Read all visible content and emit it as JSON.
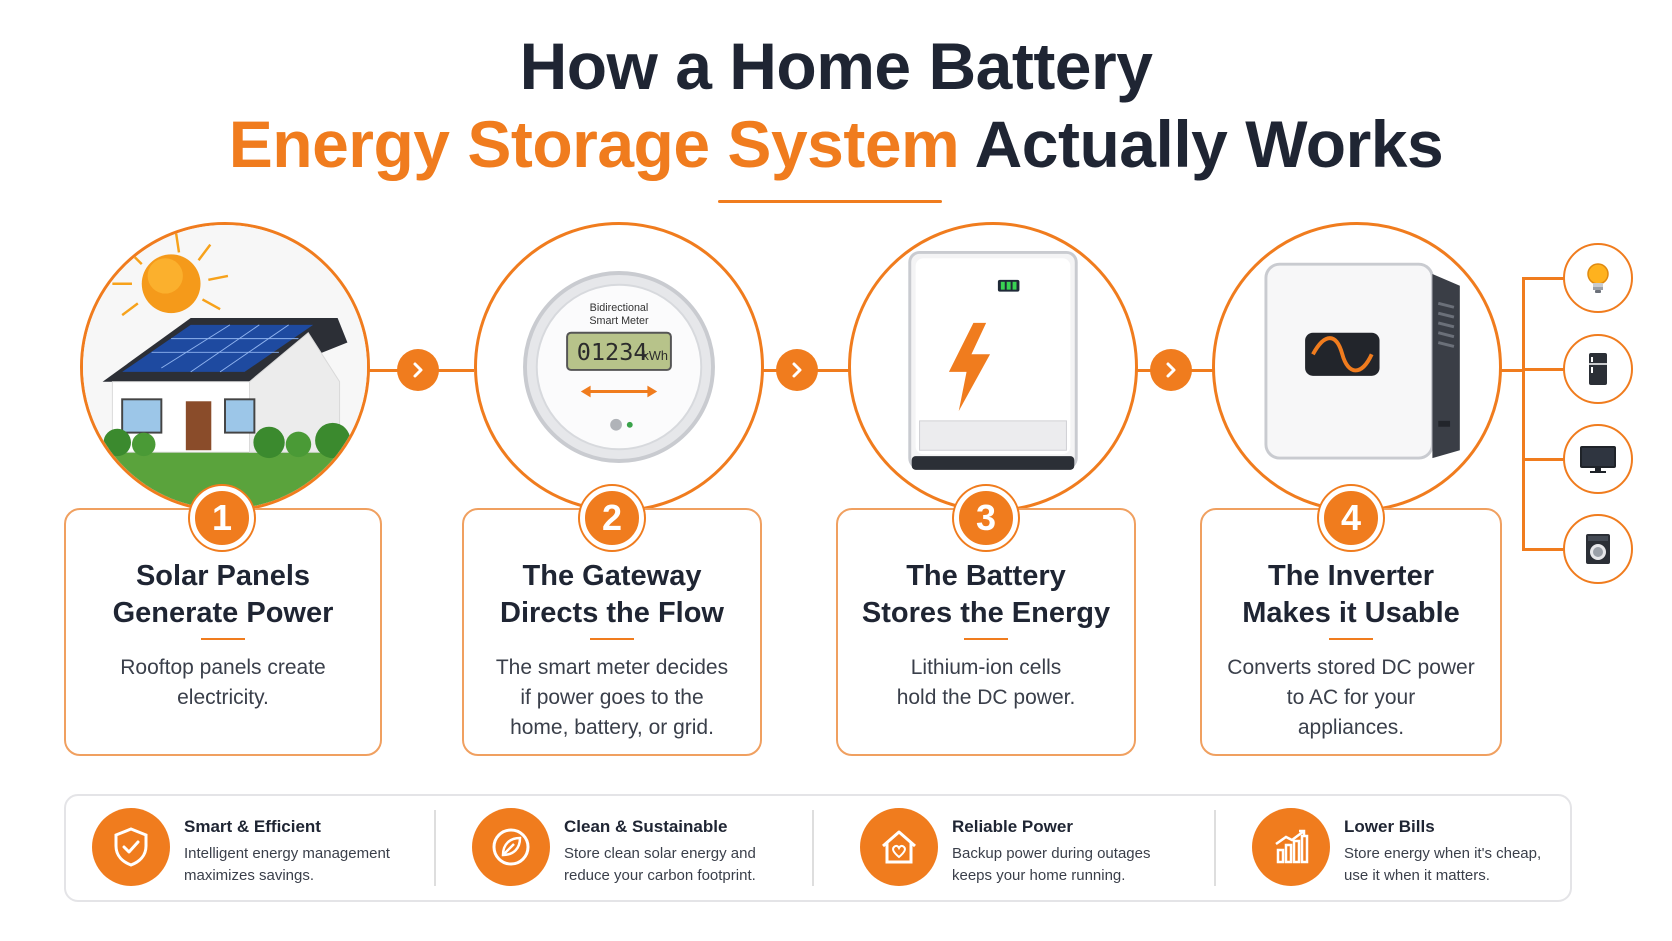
{
  "header": {
    "title_line1": "How a Home Battery",
    "title_line2_accent": "Energy Storage System",
    "title_line2_rest": "Actually Works"
  },
  "colors": {
    "accent": "#f07c1e",
    "text_dark": "#1f2533"
  },
  "steps": [
    {
      "number": "1",
      "title_line1": "Solar Panels",
      "title_line2": "Generate Power",
      "desc_line1": "Rooftop panels create",
      "desc_line2": "electricity.",
      "desc_line3": "",
      "icon": "solar-house-icon"
    },
    {
      "number": "2",
      "title_line1": "The Gateway",
      "title_line2": "Directs the Flow",
      "desc_line1": "The smart meter decides",
      "desc_line2": "if power goes to the",
      "desc_line3": "home, battery, or grid.",
      "icon": "smart-meter-icon",
      "meter_label_line1": "Bidirectional",
      "meter_label_line2": "Smart Meter",
      "meter_reading": "01234",
      "meter_unit": "kWh"
    },
    {
      "number": "3",
      "title_line1": "The Battery",
      "title_line2": "Stores the Energy",
      "desc_line1": "Lithium-ion cells",
      "desc_line2": "hold the DC power.",
      "desc_line3": "",
      "icon": "battery-unit-icon"
    },
    {
      "number": "4",
      "title_line1": "The Inverter",
      "title_line2": "Makes it Usable",
      "desc_line1": "Converts stored DC power",
      "desc_line2": "to AC for your",
      "desc_line3": "appliances.",
      "icon": "inverter-icon"
    }
  ],
  "appliances": [
    "lightbulb-icon",
    "fridge-icon",
    "tv-icon",
    "washer-icon"
  ],
  "benefits": [
    {
      "title": "Smart & Efficient",
      "desc_line1": "Intelligent energy management",
      "desc_line2": "maximizes savings.",
      "icon": "shield-check-icon"
    },
    {
      "title": "Clean & Sustainable",
      "desc_line1": "Store clean solar energy and",
      "desc_line2": "reduce your carbon footprint.",
      "icon": "leaf-icon"
    },
    {
      "title": "Reliable Power",
      "desc_line1": "Backup power during outages",
      "desc_line2": "keeps your home running.",
      "icon": "home-heart-icon"
    },
    {
      "title": "Lower Bills",
      "desc_line1": "Store energy when it's cheap,",
      "desc_line2": "use it when it matters.",
      "icon": "bar-chart-icon"
    }
  ]
}
